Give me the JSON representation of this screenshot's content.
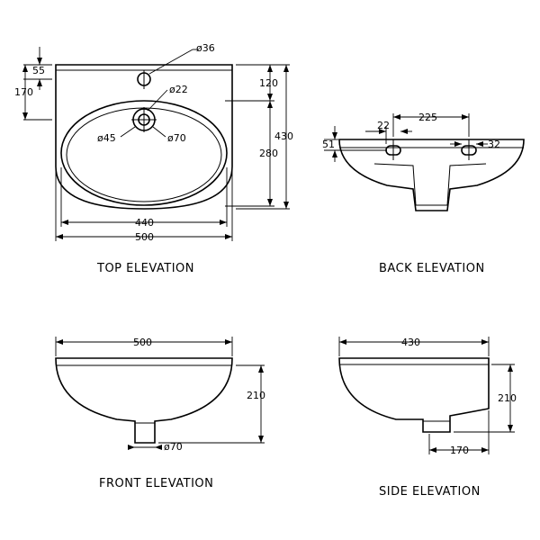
{
  "views": {
    "top": {
      "title": "TOP ELEVATION",
      "dims": {
        "tap_hole_dia": "ø36",
        "waste_dia_small": "ø22",
        "waste_dia_inner": "ø45",
        "waste_dia_outer": "ø70",
        "hole_from_back": "55",
        "hole_zone": "170",
        "back_to_bowl": "120",
        "bowl_length": "280",
        "overall_depth": "430",
        "bowl_width": "440",
        "overall_width": "500"
      }
    },
    "back": {
      "title": "BACK ELEVATION",
      "dims": {
        "slot_spacing": "225",
        "slot_offset": "22",
        "slot_height": "51",
        "slot_width": "32"
      }
    },
    "front": {
      "title": "FRONT ELEVATION",
      "dims": {
        "width": "500",
        "height": "210",
        "waste_dia": "ø70"
      }
    },
    "side": {
      "title": "SIDE ELEVATION",
      "dims": {
        "depth": "430",
        "height": "210",
        "waste_offset": "170"
      }
    }
  }
}
